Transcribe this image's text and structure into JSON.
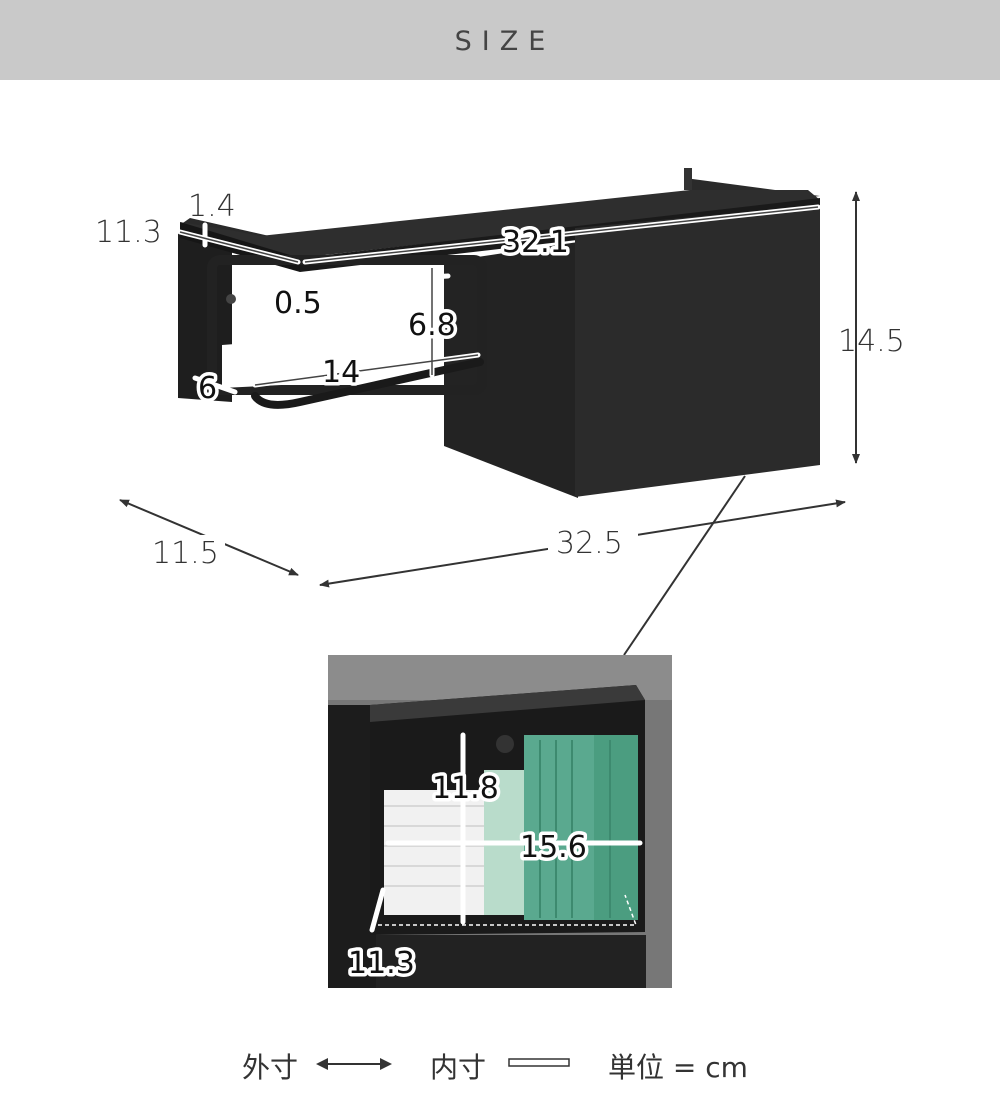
{
  "header": {
    "title": "SIZE"
  },
  "outer_dimensions": {
    "top_depth": "11.3",
    "lip_height": "1.4",
    "height": "14.5",
    "depth": "11.5",
    "width": "32.5"
  },
  "inner_dimensions": {
    "shelf_width": "32.1",
    "rod_diameter": "0.5",
    "holder_height": "6.8",
    "holder_width": "14",
    "holder_depth": "6",
    "box_height": "11.8",
    "box_width": "15.6",
    "box_depth": "11.3"
  },
  "legend": {
    "outer_label": "外寸",
    "inner_label": "内寸",
    "unit_label": "単位 = cm"
  }
}
